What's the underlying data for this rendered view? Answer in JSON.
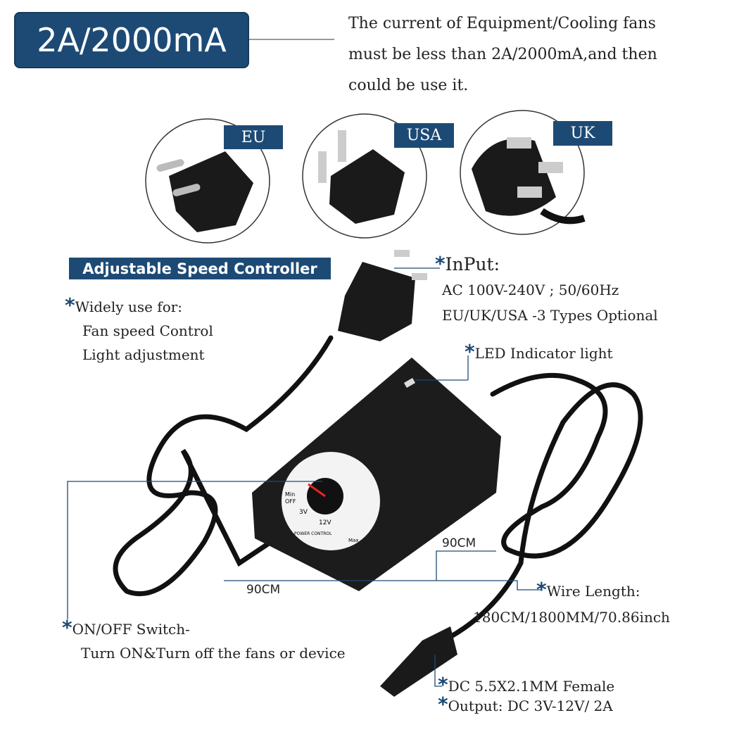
{
  "header": {
    "badge": "2A/2000mA",
    "note": [
      "The current of Equipment/Cooling fans",
      "must be less than 2A/2000mA,and then",
      "could be use it."
    ]
  },
  "plugs": [
    {
      "label": "EU"
    },
    {
      "label": "USA"
    },
    {
      "label": "UK"
    }
  ],
  "banner": "Adjustable Speed Controller",
  "callouts": {
    "widely": {
      "title": "Widely use for:",
      "lines": [
        "Fan speed Control",
        "Light adjustment"
      ]
    },
    "input": {
      "title": "InPut:",
      "lines": [
        "AC 100V-240V ; 50/60Hz",
        "EU/UK/USA -3 Types Optional"
      ]
    },
    "led": "LED Indicator light",
    "switch": {
      "title": "ON/OFF Switch-",
      "line": "Turn ON&Turn off the fans or device"
    },
    "wire": {
      "title": "Wire Length:",
      "line": "180CM/1800MM/70.86inch"
    },
    "dc": "DC 5.5X2.1MM Female",
    "output": "Output:  DC 3V-12V/  2A",
    "len_left": "90CM",
    "len_right": "90CM"
  },
  "dial": {
    "min": "Min",
    "off": "OFF",
    "max": "Max",
    "range_lo": "3V",
    "range_hi": "12V",
    "label": "POWER CONTROL"
  },
  "colors": {
    "accent": "#1d4a75"
  }
}
